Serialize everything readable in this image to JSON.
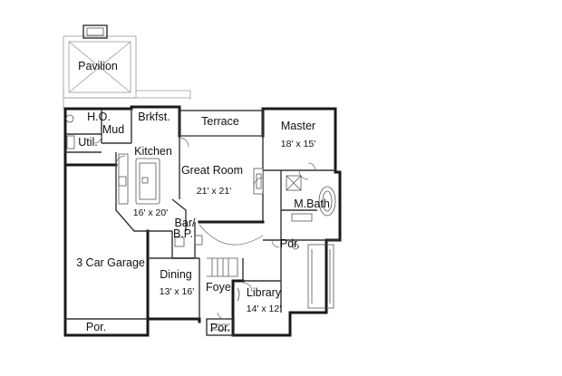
{
  "plan": {
    "rooms": [
      {
        "id": "pavilion",
        "name": "Pavilion"
      },
      {
        "id": "ho",
        "name": "H.O."
      },
      {
        "id": "brkfst",
        "name": "Brkfst."
      },
      {
        "id": "terrace",
        "name": "Terrace"
      },
      {
        "id": "master",
        "name": "Master",
        "dims": "18' x 15'"
      },
      {
        "id": "mud",
        "name": "Mud"
      },
      {
        "id": "util",
        "name": "Util."
      },
      {
        "id": "kitchen",
        "name": "Kitchen",
        "dims": "16' x 20'"
      },
      {
        "id": "great-room",
        "name": "Great Room",
        "dims": "21' x 21'"
      },
      {
        "id": "mbath",
        "name": "M.Bath"
      },
      {
        "id": "bar",
        "name": "Bar/"
      },
      {
        "id": "bp",
        "name": "B.P."
      },
      {
        "id": "pdr",
        "name": "Pdr."
      },
      {
        "id": "garage",
        "name": "3 Car Garage"
      },
      {
        "id": "dining",
        "name": "Dining",
        "dims": "13' x 16'"
      },
      {
        "id": "foyer",
        "name": "Foyer"
      },
      {
        "id": "library",
        "name": "Library",
        "dims": "14' x 12'"
      },
      {
        "id": "garage-porch",
        "name": "Por."
      },
      {
        "id": "front-porch",
        "name": "Por."
      }
    ]
  }
}
